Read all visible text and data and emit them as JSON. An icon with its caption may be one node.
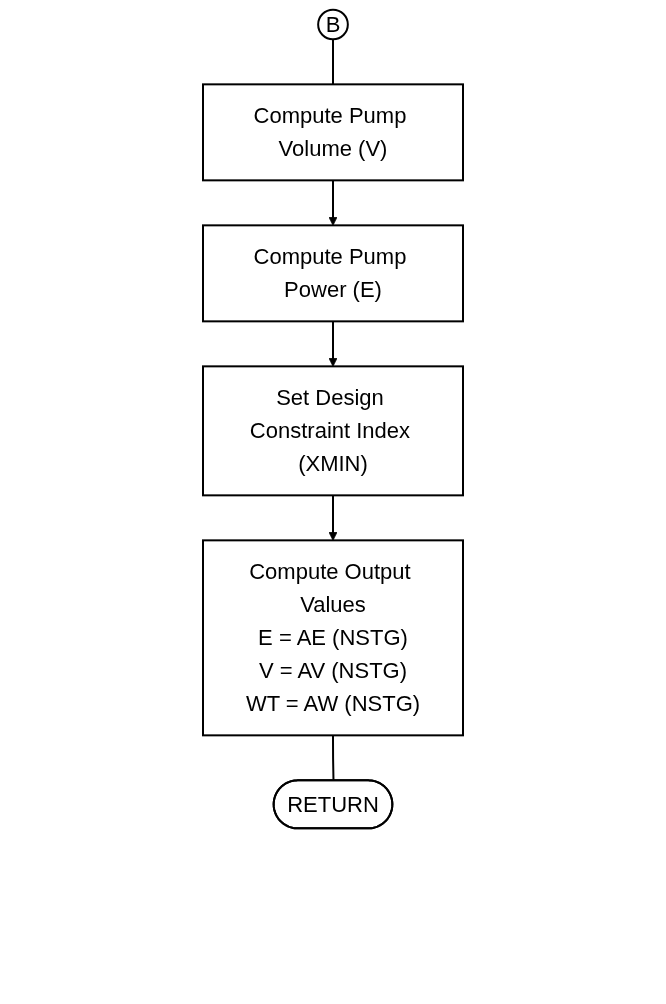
{
  "diagram": {
    "nodes": [
      {
        "text": [
          "B"
        ]
      },
      {
        "text": [
          "Compute Pump Volume (V)"
        ]
      },
      {
        "text": [
          "Compute Pump Power (E)"
        ]
      },
      {
        "text": [
          "Set Design Constraint Index (XMIN)"
        ]
      },
      {
        "text": [
          "Compute Output Values",
          "E = AE (NSTG)",
          "V = AV (NSTG)",
          "WT = AW (NSTG)"
        ]
      },
      {
        "text": [
          "RETURN"
        ]
      }
    ],
    "edges": [
      {
        "from": 0,
        "to": 1,
        "arrow": "none"
      },
      {
        "from": 1,
        "to": 2,
        "arrow": "to"
      },
      {
        "from": 2,
        "to": 3,
        "arrow": "to"
      },
      {
        "from": 3,
        "to": 4,
        "arrow": "to"
      },
      {
        "from": 4,
        "to": 5,
        "arrow": "none"
      }
    ]
  }
}
